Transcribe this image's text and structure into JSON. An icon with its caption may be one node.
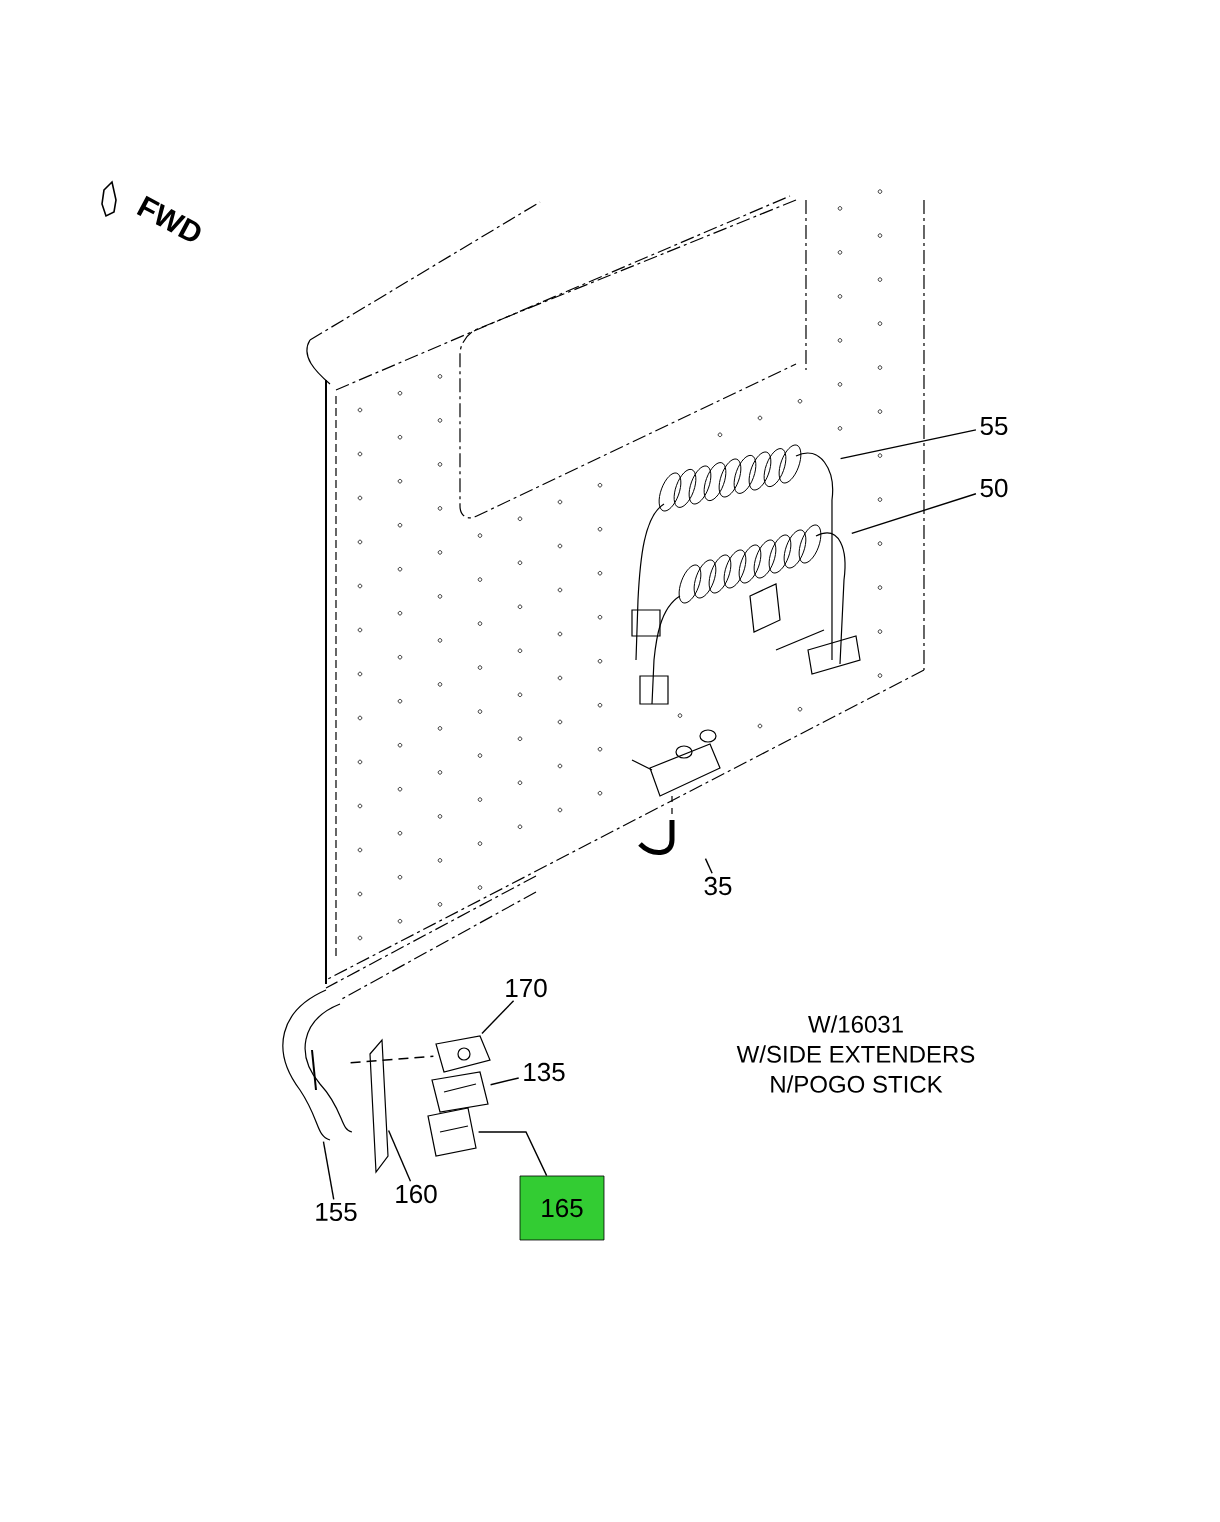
{
  "diagram": {
    "nodes": [
      {
        "text": [
          "55"
        ]
      },
      {
        "text": [
          "50"
        ]
      },
      {
        "text": [
          "35"
        ]
      },
      {
        "text": [
          "170"
        ]
      },
      {
        "text": [
          "135"
        ]
      },
      {
        "text": [
          "155"
        ]
      },
      {
        "text": [
          "160"
        ]
      },
      {
        "text": [
          "165"
        ]
      },
      {
        "text": [],
        "shape": "picture"
      },
      {
        "text": [],
        "shape": "picture"
      },
      {
        "text": [],
        "shape": "picture"
      },
      {
        "text": [],
        "shape": "picture"
      },
      {
        "text": [],
        "shape": "picture"
      },
      {
        "text": [],
        "shape": "picture"
      },
      {
        "text": [],
        "shape": "picture"
      },
      {
        "text": [],
        "shape": "picture"
      }
    ],
    "edges": [
      {
        "from": 0,
        "to": 8,
        "arrow": "none"
      },
      {
        "from": 1,
        "to": 9,
        "arrow": "none"
      },
      {
        "from": 2,
        "to": 10,
        "arrow": "none"
      },
      {
        "from": 3,
        "to": 11,
        "arrow": "none"
      },
      {
        "from": 4,
        "to": 12,
        "arrow": "none"
      },
      {
        "from": 5,
        "to": 13,
        "arrow": "none"
      },
      {
        "from": 6,
        "to": 14,
        "arrow": "none"
      },
      {
        "from": 7,
        "to": 15,
        "arrow": "none"
      },
      {
        "from": 13,
        "to": 11,
        "arrow": "none",
        "style": "dashed"
      }
    ],
    "labels": [
      "FWD",
      "W/16031",
      "W/SIDE EXTENDERS",
      "N/POGO STICK"
    ]
  }
}
